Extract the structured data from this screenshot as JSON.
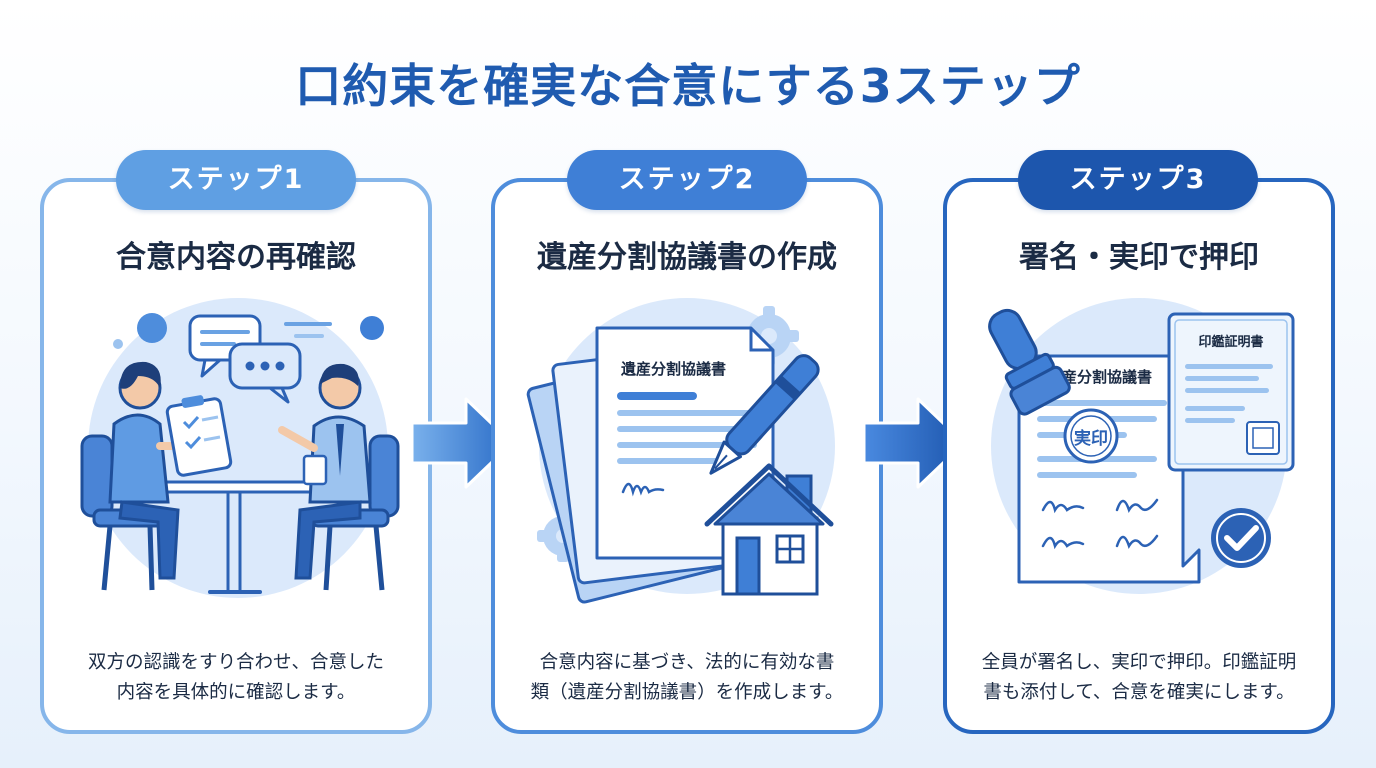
{
  "title": "口約束を確実な合意にする3ステップ",
  "steps": [
    {
      "badge": "ステップ1",
      "title": "合意内容の再確認",
      "description_line1": "双方の認識をすり合わせ、合意した",
      "description_line2": "内容を具体的に確認します。"
    },
    {
      "badge": "ステップ2",
      "title": "遺産分割協議書の作成",
      "document_title": "遺産分割協議書",
      "description_line1": "合意内容に基づき、法的に有効な書",
      "description_line2": "類（遺産分割協議書）を作成します。"
    },
    {
      "badge": "ステップ3",
      "title": "署名・実印で押印",
      "document_title": "遺産分割協議書",
      "certificate_title": "印鑑証明書",
      "seal_text": "実印",
      "description_line1": "全員が署名し、実印で押印。印鑑証明",
      "description_line2": "書も添付して、合意を確実にします。"
    }
  ],
  "colors": {
    "primary": "#1f5bb0",
    "light": "#5f9fe3",
    "mid": "#3f7fd6",
    "dark": "#1d56ad",
    "text": "#1b2b44"
  }
}
